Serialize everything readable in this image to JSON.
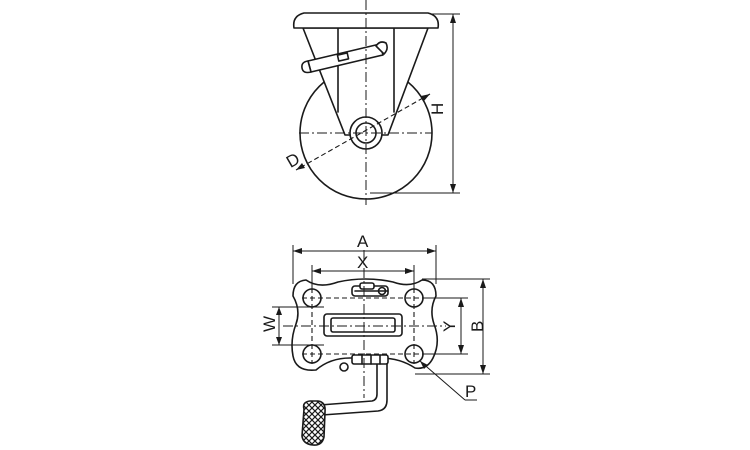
{
  "labels": {
    "height": "H",
    "diameter": "D",
    "plate_length": "A",
    "plate_width": "B",
    "bolt_pitch_x": "X",
    "bolt_pitch_y": "Y",
    "wheel_width": "W",
    "bolt_hole": "P"
  }
}
